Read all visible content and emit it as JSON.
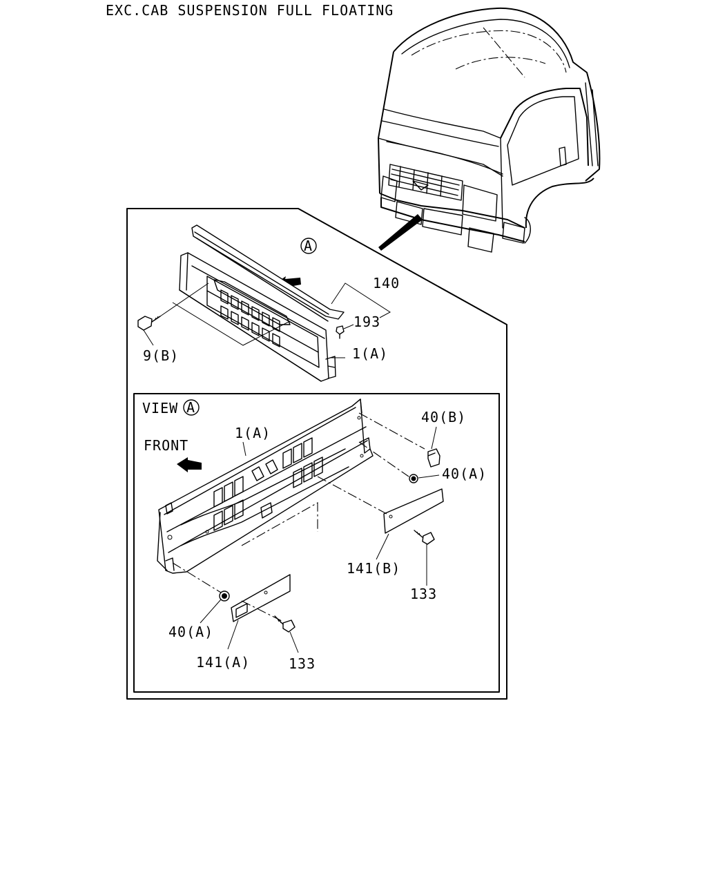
{
  "title": "EXC.CAB SUSPENSION FULL FLOATING",
  "view_marker": "A",
  "view_caption": "VIEW",
  "front_label": "FRONT",
  "callouts": {
    "p140": "140",
    "p193": "193",
    "p9b": "9(B)",
    "p1a_top": "1(A)",
    "p1a_view": "1(A)",
    "p40b": "40(B)",
    "p40a_right": "40(A)",
    "p40a_left": "40(A)",
    "p141b": "141(B)",
    "p141a": "141(A)",
    "p133_right": "133",
    "p133_left": "133"
  }
}
